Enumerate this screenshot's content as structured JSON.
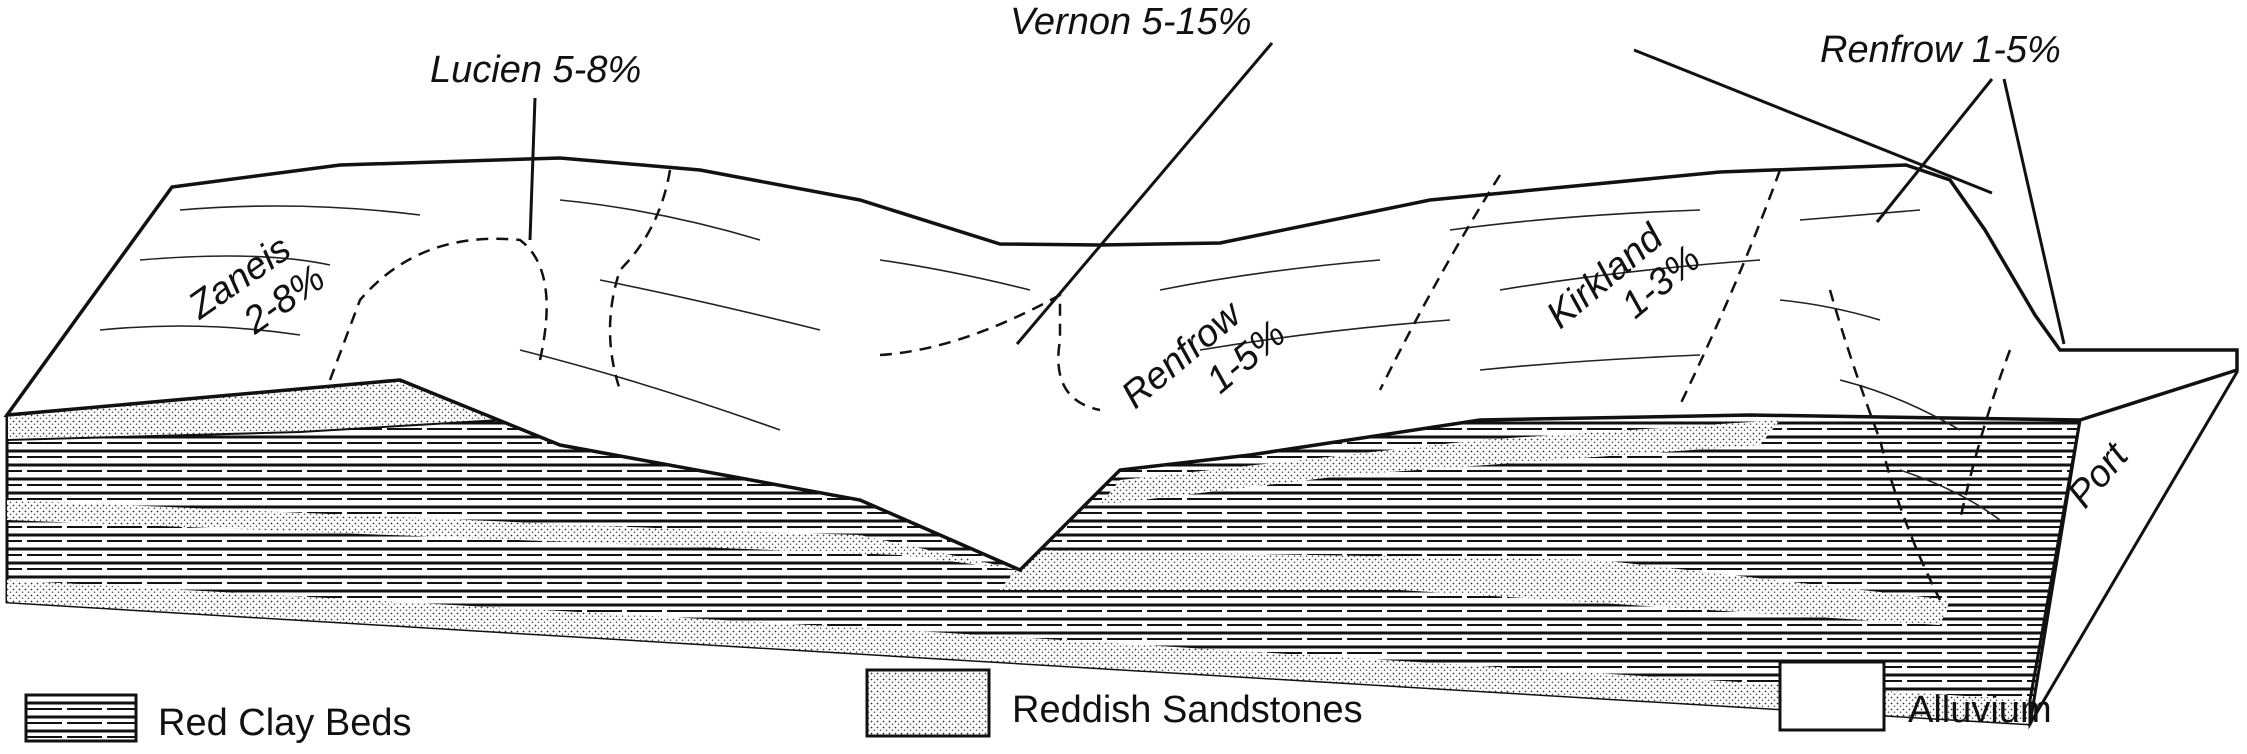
{
  "diagram": {
    "soil_labels": {
      "lucien": "Lucien 5-8%",
      "vernon": "Vernon 5-15%",
      "renfrow_top": "Renfrow 1-5%",
      "zaneis_name": "Zaneis",
      "zaneis_slope": "2-8%",
      "renfrow_name": "Renfrow",
      "renfrow_slope": "1-5%",
      "kirkland_name": "Kirkland",
      "kirkland_slope": "1-3%",
      "port": "Port"
    },
    "legend": [
      {
        "label": "Red Clay Beds",
        "pattern": "horizontal-lines"
      },
      {
        "label": "Reddish Sandstones",
        "pattern": "stipple"
      },
      {
        "label": "Alluvium",
        "pattern": "blank"
      }
    ],
    "colors": {
      "ink": "#111111",
      "paper": "#ffffff"
    }
  }
}
